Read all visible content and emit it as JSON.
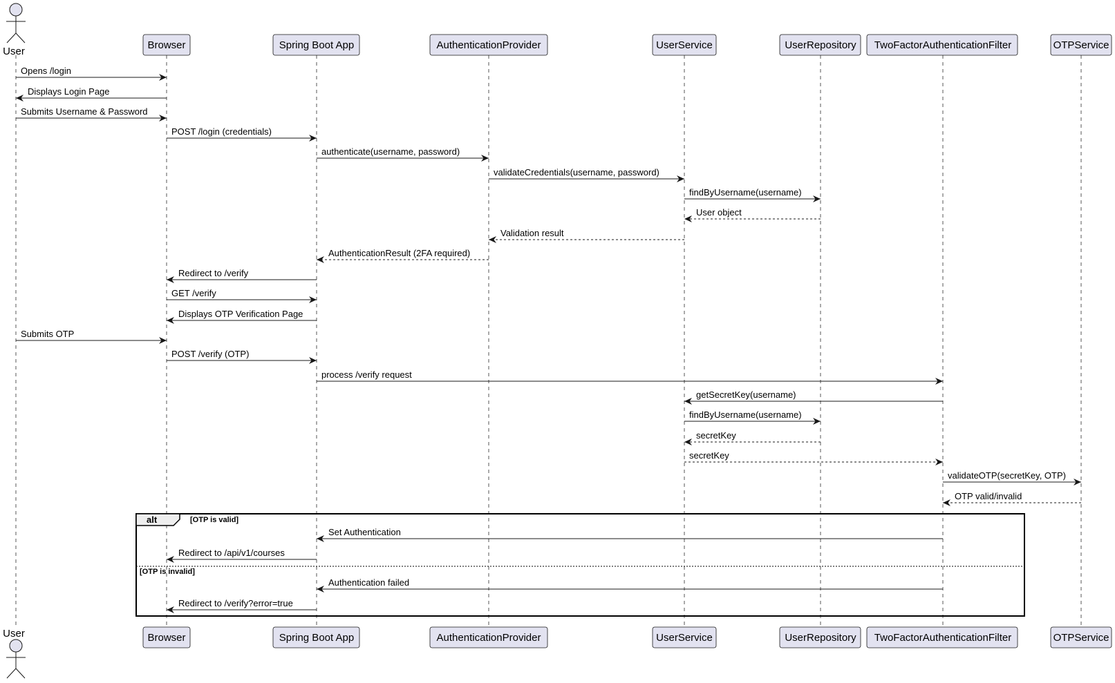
{
  "diagram": {
    "type": "sequence",
    "participants": [
      {
        "id": "user",
        "label": "User",
        "kind": "actor"
      },
      {
        "id": "browser",
        "label": "Browser",
        "kind": "participant"
      },
      {
        "id": "app",
        "label": "Spring Boot App",
        "kind": "participant"
      },
      {
        "id": "authprov",
        "label": "AuthenticationProvider",
        "kind": "participant"
      },
      {
        "id": "usersvc",
        "label": "UserService",
        "kind": "participant"
      },
      {
        "id": "userrepo",
        "label": "UserRepository",
        "kind": "participant"
      },
      {
        "id": "tfafilter",
        "label": "TwoFactorAuthenticationFilter",
        "kind": "participant"
      },
      {
        "id": "otpsvc",
        "label": "OTPService",
        "kind": "participant"
      }
    ],
    "messages": [
      {
        "from": "user",
        "to": "browser",
        "label": "Opens /login",
        "style": "solid"
      },
      {
        "from": "browser",
        "to": "user",
        "label": "Displays Login Page",
        "style": "solid"
      },
      {
        "from": "user",
        "to": "browser",
        "label": "Submits Username & Password",
        "style": "solid"
      },
      {
        "from": "browser",
        "to": "app",
        "label": "POST /login (credentials)",
        "style": "solid"
      },
      {
        "from": "app",
        "to": "authprov",
        "label": "authenticate(username, password)",
        "style": "solid"
      },
      {
        "from": "authprov",
        "to": "usersvc",
        "label": "validateCredentials(username, password)",
        "style": "solid"
      },
      {
        "from": "usersvc",
        "to": "userrepo",
        "label": "findByUsername(username)",
        "style": "solid"
      },
      {
        "from": "userrepo",
        "to": "usersvc",
        "label": "User object",
        "style": "dashed"
      },
      {
        "from": "usersvc",
        "to": "authprov",
        "label": "Validation result",
        "style": "dashed"
      },
      {
        "from": "authprov",
        "to": "app",
        "label": "AuthenticationResult (2FA required)",
        "style": "dashed"
      },
      {
        "from": "app",
        "to": "browser",
        "label": "Redirect to /verify",
        "style": "solid"
      },
      {
        "from": "browser",
        "to": "app",
        "label": "GET /verify",
        "style": "solid"
      },
      {
        "from": "app",
        "to": "browser",
        "label": "Displays OTP Verification Page",
        "style": "solid"
      },
      {
        "from": "user",
        "to": "browser",
        "label": "Submits OTP",
        "style": "solid"
      },
      {
        "from": "browser",
        "to": "app",
        "label": "POST /verify (OTP)",
        "style": "solid"
      },
      {
        "from": "app",
        "to": "tfafilter",
        "label": "process /verify request",
        "style": "solid"
      },
      {
        "from": "tfafilter",
        "to": "usersvc",
        "label": "getSecretKey(username)",
        "style": "solid"
      },
      {
        "from": "usersvc",
        "to": "userrepo",
        "label": "findByUsername(username)",
        "style": "solid"
      },
      {
        "from": "userrepo",
        "to": "usersvc",
        "label": "secretKey",
        "style": "dashed"
      },
      {
        "from": "usersvc",
        "to": "tfafilter",
        "label": "secretKey",
        "style": "dashed"
      },
      {
        "from": "tfafilter",
        "to": "otpsvc",
        "label": "validateOTP(secretKey, OTP)",
        "style": "solid"
      },
      {
        "from": "otpsvc",
        "to": "tfafilter",
        "label": "OTP valid/invalid",
        "style": "dashed"
      },
      {
        "from": "tfafilter",
        "to": "app",
        "label": "Set Authentication",
        "style": "solid"
      },
      {
        "from": "app",
        "to": "browser",
        "label": "Redirect to /api/v1/courses",
        "style": "solid"
      },
      {
        "from": "tfafilter",
        "to": "app",
        "label": "Authentication failed",
        "style": "solid"
      },
      {
        "from": "app",
        "to": "browser",
        "label": "Redirect to /verify?error=true",
        "style": "solid"
      }
    ],
    "alt_fragment": {
      "keyword": "alt",
      "branches": [
        {
          "guard": "[OTP is valid]"
        },
        {
          "guard": "[OTP is invalid]"
        }
      ]
    }
  }
}
